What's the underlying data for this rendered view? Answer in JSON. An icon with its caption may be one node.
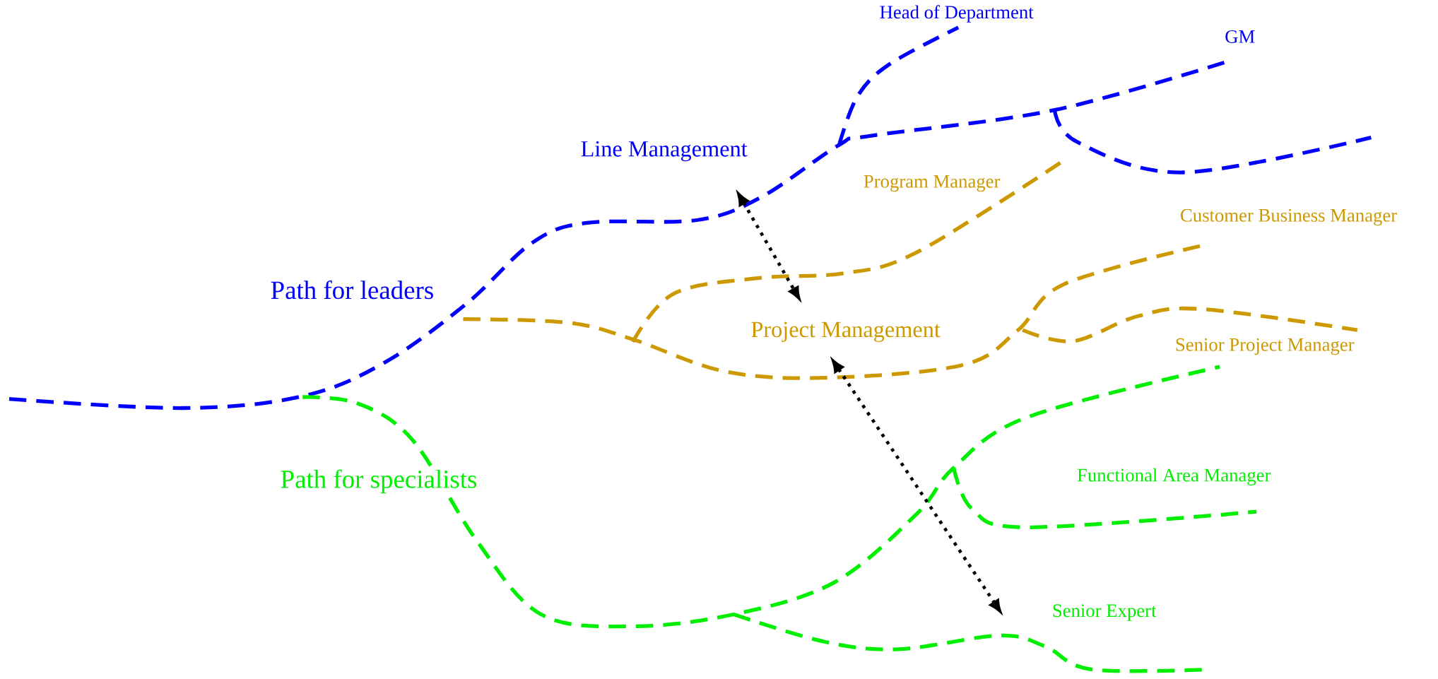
{
  "diagram": {
    "nodes": [
      {
        "text": [
          "Line Management"
        ]
      },
      {
        "text": [
          "Project Management"
        ]
      },
      {
        "text": [
          "Senior Expert"
        ]
      }
    ],
    "edges": [
      {
        "from": 0,
        "to": 1,
        "arrow": "both"
      },
      {
        "from": 1,
        "to": 2,
        "arrow": "both"
      }
    ],
    "labels": [
      "Head of Department",
      "GM",
      "Program Manager",
      "Customer Business Manager",
      "Path for leaders",
      "Senior Project Manager",
      "Path for specialists",
      "Functional Area Manager"
    ]
  }
}
